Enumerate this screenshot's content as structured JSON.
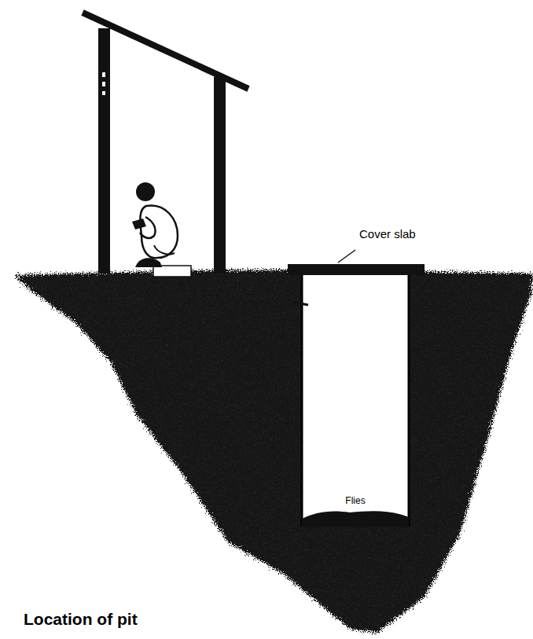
{
  "diagram": {
    "title": "Location of pit",
    "nodes": [
      {
        "text": [
          "Flies"
        ]
      }
    ],
    "labels": [
      "Cover slab"
    ]
  }
}
